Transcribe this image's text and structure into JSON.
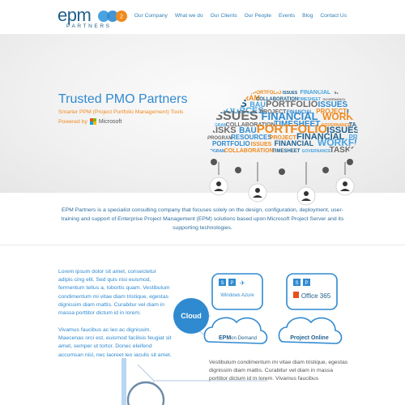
{
  "header": {
    "logo": {
      "word": "epm",
      "sub": "PARTNERS"
    },
    "nav": [
      {
        "label": "Our Company"
      },
      {
        "label": "What we do"
      },
      {
        "label": "Our Clients"
      },
      {
        "label": "Our People"
      },
      {
        "label": "Events"
      },
      {
        "label": "Blog"
      },
      {
        "label": "Contact Us"
      }
    ]
  },
  "hero": {
    "title": "Trusted PMO Partners",
    "subtitle": "Smarter PPM (Project Portfolio Management) Tools",
    "powered_by": "Powered by",
    "brand": "Microsoft",
    "cloud_words": [
      "PROJECT",
      "PORTFOLIO",
      "ISSUES",
      "FINANCIAL",
      "WORKFLOW",
      "PROGRAM",
      "COLLABORATION",
      "TIMESHEET",
      "GOVERNANCE",
      "TASKS",
      "RISKS",
      "BAU",
      "PORTFOLIO",
      "ISSUES",
      "PROGRAM",
      "RESOURCES",
      "PROJECT",
      "FINANCIAL"
    ]
  },
  "intro": "EPM Partners is a specialist consulting company that focuses solely on the design, configuration, deployment, user-training and support of Enterprise Project Management (EPM) solutions based upon Microsoft Project Server and its supporting technologies.",
  "content": {
    "para_a": "Lorem ipsum dolor sit amet, consectetur adipis cing elit. Sed quis nisi euismod, fermentum tellus a, lobortis quam. Vestibulum condimentum mi vitae diam tristique, egestas dignissim diam mattis. Curabitur vel diam in massa porttitor dictum id in lorem.",
    "para_b": "Vivamus faucibus ac leo ac dignissim. Maecenas orci est, euismod facilisis feugiat sit amet, semper ut tortor. Donec eleifend accumsan nisl, nec laoreet leo iaculis sit amet.",
    "para_c": "Vestibulum condimentum mi vitae diam tristique, egestas dignissim diam mattis. Curabitur vel diam in massa porttitor dictum id in lorem. Vivamus faucibus",
    "cloud_label": "Cloud",
    "products": [
      {
        "name_a": "EPM",
        "name_b": "on Demand",
        "tag": "Windows Azure"
      },
      {
        "name_a": "Project Online",
        "name_b": "",
        "tag": "Office 365"
      }
    ]
  },
  "colors": {
    "brand_blue": "#2f8ad0",
    "accent_orange": "#f08a1e",
    "dark_blue": "#1f5f8b"
  }
}
